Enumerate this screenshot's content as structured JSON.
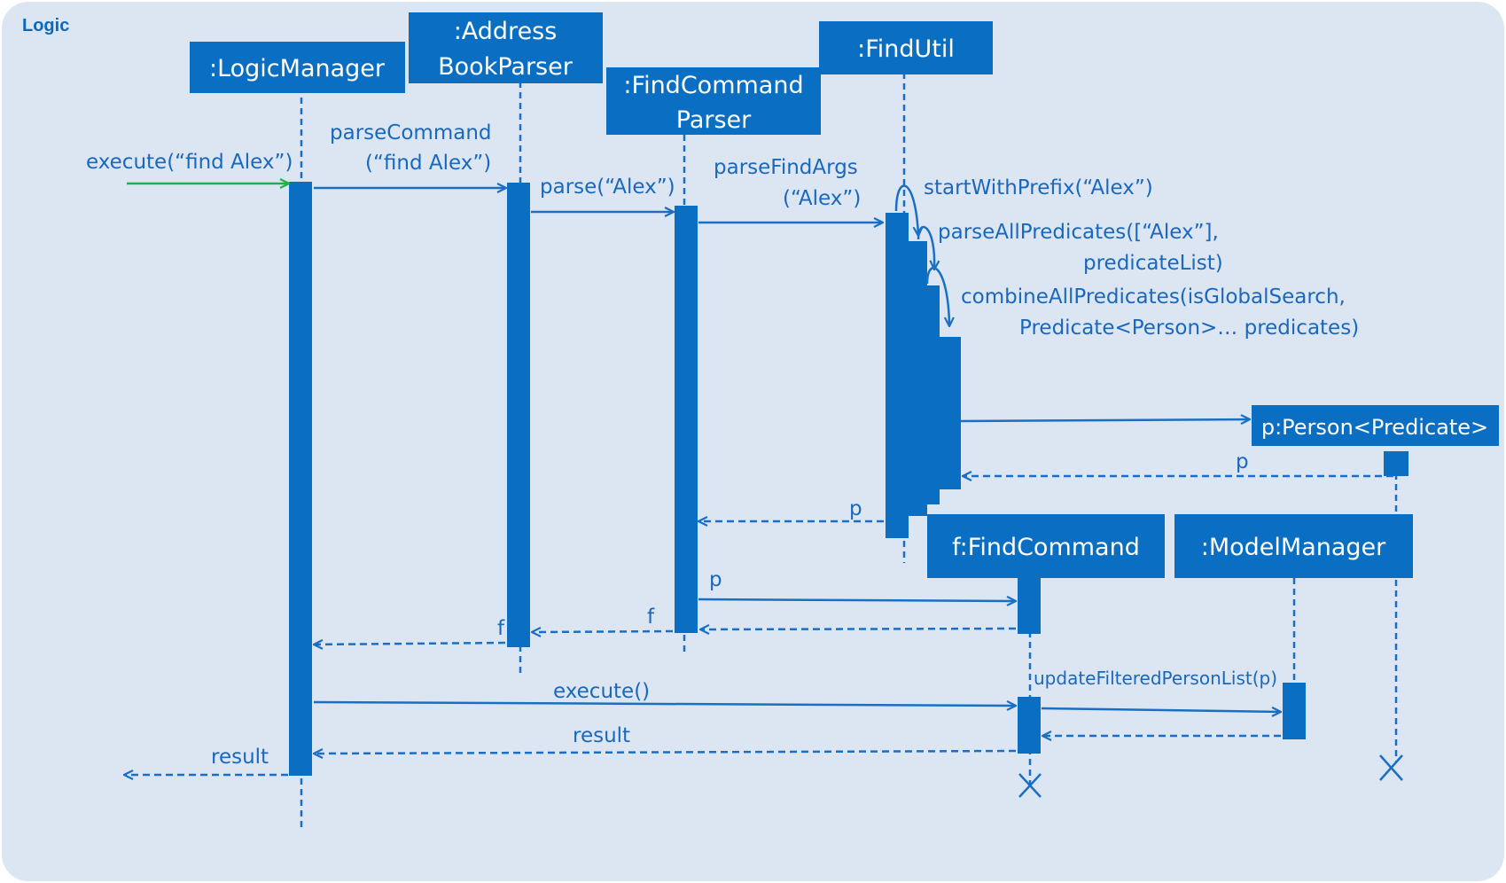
{
  "frame": {
    "title": "Logic"
  },
  "participants": {
    "logic_manager": ":LogicManager",
    "address_book_parser": [
      ":Address",
      "BookParser"
    ],
    "find_command_parser": [
      ":FindCommand",
      "Parser"
    ],
    "find_util": ":FindUtil",
    "person_predicate": "p:Person<Predicate>",
    "find_command": "f:FindCommand",
    "model_manager": ":ModelManager"
  },
  "messages": {
    "execute_find": "execute(“find Alex”)",
    "parse_command": [
      "parseCommand",
      "(“find Alex”)"
    ],
    "parse": "parse(“Alex”)",
    "parse_find_args": [
      "parseFindArgs",
      "(“Alex”)"
    ],
    "start_with_prefix": "startWithPrefix(“Alex”)",
    "parse_all_predicates": [
      "parseAllPredicates([“Alex”],",
      "predicateList)"
    ],
    "combine_all_predicates": [
      "combineAllPredicates(isGlobalSearch,",
      "Predicate<Person>… predicates)"
    ],
    "return_p_from_predicate": "p",
    "return_p_to_parser": "p",
    "create_find_command": "p",
    "return_f_to_address_parser": "f",
    "return_f_to_logic_manager": "f",
    "execute": "execute()",
    "update_filtered": "updateFilteredPersonList(p)",
    "result_to_logic_manager": "result",
    "result_out": "result"
  }
}
